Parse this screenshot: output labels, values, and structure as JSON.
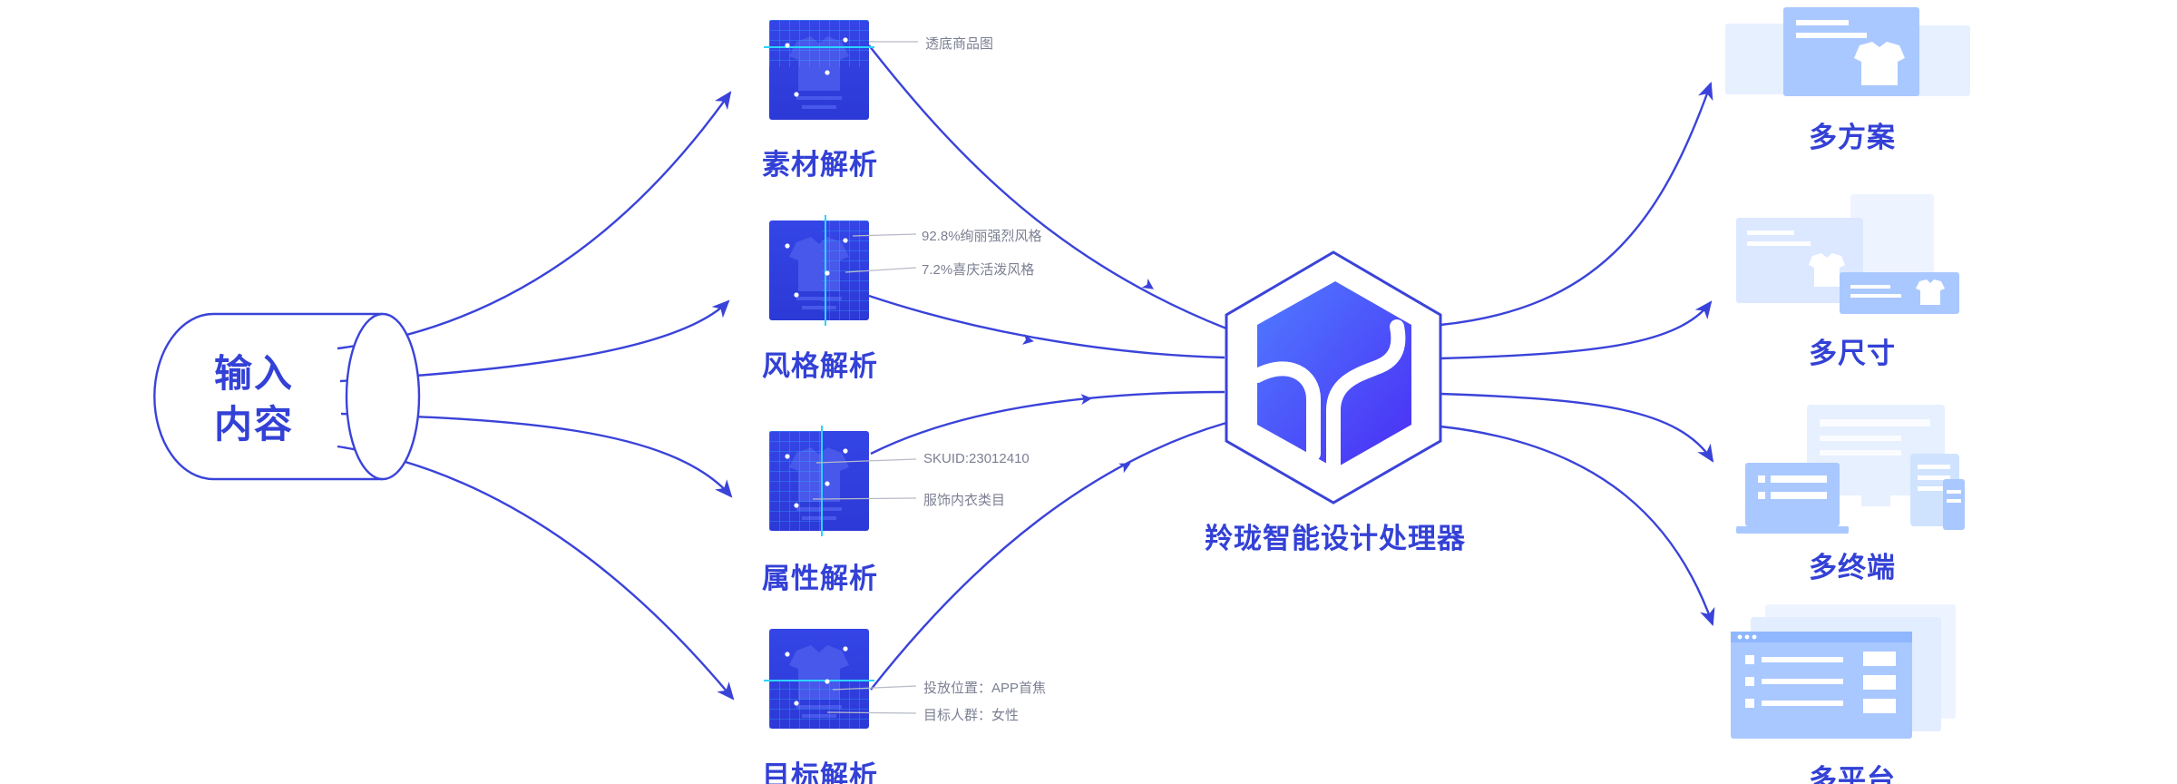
{
  "input": {
    "line1": "输入",
    "line2": "内容"
  },
  "analyses": [
    {
      "label": "素材解析",
      "icon": "t-shirt-material-icon",
      "annotations": [
        "透底商品图"
      ]
    },
    {
      "label": "风格解析",
      "icon": "t-shirt-style-icon",
      "annotations": [
        "92.8%绚丽强烈风格",
        "7.2%喜庆活泼风格"
      ]
    },
    {
      "label": "属性解析",
      "icon": "t-shirt-attribute-icon",
      "annotations": [
        "SKUID:23012410",
        "服饰内衣类目"
      ]
    },
    {
      "label": "目标解析",
      "icon": "t-shirt-target-icon",
      "annotations": [
        "投放位置：APP首焦",
        "目标人群：女性"
      ]
    }
  ],
  "processor": {
    "label": "羚珑智能设计处理器",
    "icon": "hexagon-cube-logo-icon"
  },
  "outputs": [
    {
      "label": "多方案",
      "icon": "multi-scheme-cards-icon"
    },
    {
      "label": "多尺寸",
      "icon": "multi-size-cards-icon"
    },
    {
      "label": "多终端",
      "icon": "multi-device-icon"
    },
    {
      "label": "多平台",
      "icon": "multi-platform-windows-icon"
    }
  ],
  "colors": {
    "primary": "#3341d6",
    "line": "#3a43d9",
    "tile": "#2f3ee0",
    "grid": "#27c2ff",
    "light": "#cfe3ff",
    "lighter": "#e6f0ff",
    "annotation": "#7b7f92"
  }
}
